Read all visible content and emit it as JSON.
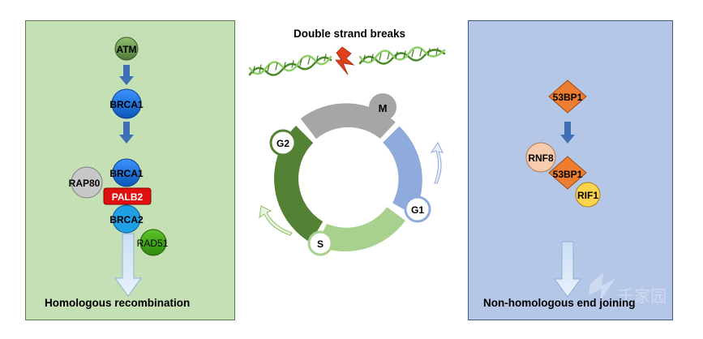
{
  "title": "Double strand breaks",
  "left_panel": {
    "title": "Homologous recombination",
    "proteins": {
      "atm": "ATM",
      "brca1_top": "BRCA1",
      "brca1_complex": "BRCA1",
      "rap80": "RAP80",
      "palb2": "PALB2",
      "brca2": "BRCA2",
      "rad51": "RAD51"
    }
  },
  "right_panel": {
    "title": "Non-homologous end joining",
    "proteins": {
      "p53bp1_top": "53BP1",
      "rnf8": "RNF8",
      "p53bp1_complex": "53BP1",
      "rif1": "RIF1"
    }
  },
  "cell_cycle": {
    "phases": {
      "m": "M",
      "g1": "G1",
      "s": "S",
      "g2": "G2"
    }
  },
  "colors": {
    "left_bg": "#c5e0b4",
    "right_bg": "#b4c7e7",
    "brca": "#1f78d8",
    "palb2": "#e01010",
    "orange": "#ed7d31",
    "m_phase": "#a6a6a6",
    "g1_phase": "#8faadc",
    "s_phase": "#a9d18e",
    "g2_phase": "#548235",
    "break": "#e0401a"
  },
  "watermark": "千家园"
}
